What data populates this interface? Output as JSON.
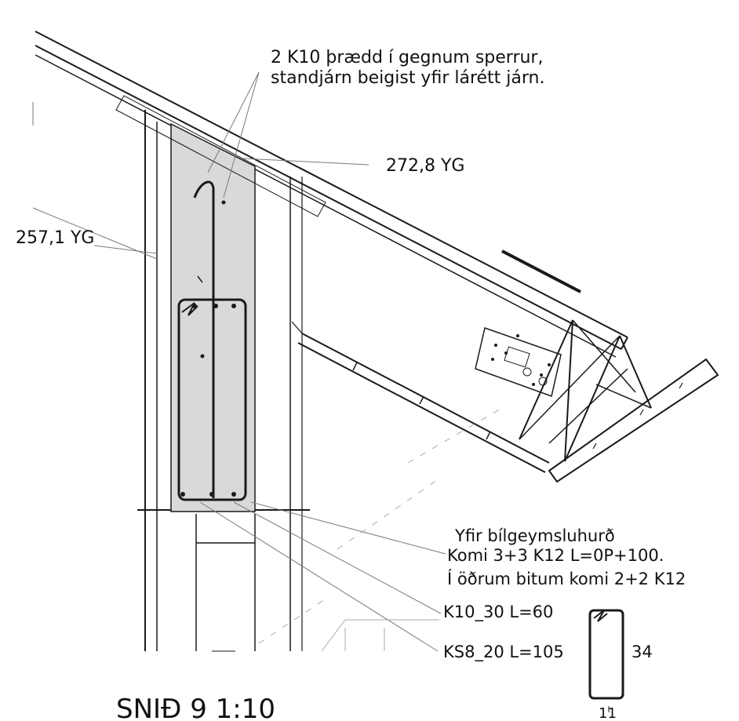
{
  "drawing": {
    "title": "SNIÐ 9 1:10",
    "notes": {
      "rebar_through_rafters_line1": "2 K10 þrædd í gegnum sperrur,",
      "rebar_through_rafters_line2": "standjárn beigist yfir lárétt járn.",
      "garage_door_line1": "Yfir bílgeymsluhurð",
      "garage_door_line2": "Komi 3+3 K12 L=0P+100.",
      "garage_door_line3": "Í öðrum bitum komi 2+2 K12",
      "bar_k10": "K10_30 L=60",
      "stirrup_ks8": "KS8_20 L=105"
    },
    "levels": {
      "upper": "272,8 YG",
      "lower": "257,1 YG"
    },
    "stirrup_dimensions": {
      "height": "34",
      "width": "11"
    }
  },
  "colors": {
    "line": "#1a1a1a",
    "leader": "#7a7a7a",
    "concrete_fill": "#d9d9d9",
    "background": "#ffffff"
  }
}
